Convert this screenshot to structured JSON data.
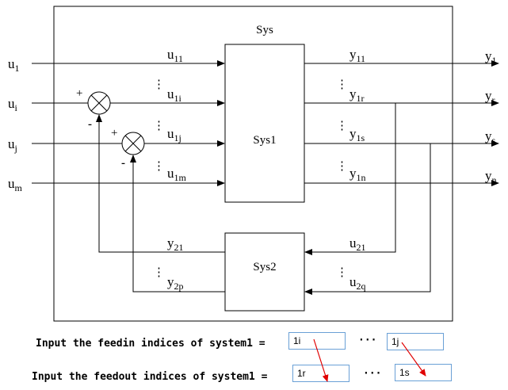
{
  "diagram": {
    "outer_title": "Sys",
    "block1": "Sys1",
    "block2": "Sys2",
    "inputs": [
      {
        "base": "u",
        "sub": "1"
      },
      {
        "base": "u",
        "sub": "i"
      },
      {
        "base": "u",
        "sub": "j"
      },
      {
        "base": "u",
        "sub": "m"
      }
    ],
    "outputs": [
      {
        "base": "y",
        "sub": "1"
      },
      {
        "base": "y",
        "sub": "r"
      },
      {
        "base": "y",
        "sub": "s"
      },
      {
        "base": "y",
        "sub": "n"
      }
    ],
    "sys1_inputs": [
      {
        "base": "u",
        "sub": "11"
      },
      {
        "base": "u",
        "sub": "1i"
      },
      {
        "base": "u",
        "sub": "1j"
      },
      {
        "base": "u",
        "sub": "1m"
      }
    ],
    "sys1_outputs": [
      {
        "base": "y",
        "sub": "11"
      },
      {
        "base": "y",
        "sub": "1r"
      },
      {
        "base": "y",
        "sub": "1s"
      },
      {
        "base": "y",
        "sub": "1n"
      }
    ],
    "sys2_inputs": [
      {
        "base": "u",
        "sub": "21"
      },
      {
        "base": "u",
        "sub": "2q"
      }
    ],
    "sys2_outputs": [
      {
        "base": "y",
        "sub": "21"
      },
      {
        "base": "y",
        "sub": "2p"
      }
    ],
    "plus": "+",
    "minus": "-",
    "vdots": "⋮"
  },
  "form": {
    "feedin_label": "Input the feedin indices of system1 =",
    "feedin_first": "1i",
    "feedin_last": "1j",
    "feedout_label": "Input the feedout indices of system1 =",
    "feedout_first": "1r",
    "feedout_last": "1s",
    "ellipsis": "···"
  },
  "colors": {
    "line": "#000000",
    "annotation_arrow": "#e00000",
    "input_border": "#6aa0d6"
  }
}
